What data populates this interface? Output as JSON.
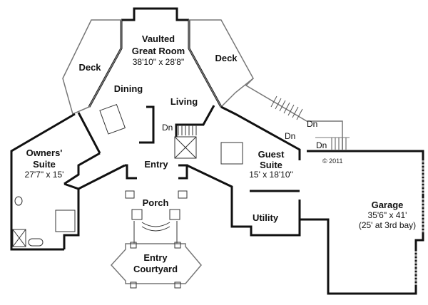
{
  "plan": {
    "copyright": "© 2011",
    "rooms": {
      "deck_left": {
        "name": "Deck"
      },
      "deck_right": {
        "name": "Deck"
      },
      "great_room": {
        "line1": "Vaulted",
        "line2": "Great Room",
        "size": "38'10\" x 28'8\""
      },
      "dining": {
        "name": "Dining"
      },
      "living": {
        "name": "Living"
      },
      "owners_suite": {
        "line1": "Owners'",
        "line2": "Suite",
        "size": "27'7\" x 15'"
      },
      "entry": {
        "name": "Entry"
      },
      "porch": {
        "name": "Porch"
      },
      "courtyard": {
        "line1": "Entry",
        "line2": "Courtyard"
      },
      "guest_suite": {
        "line1": "Guest",
        "line2": "Suite",
        "size": "15' x 18'10\""
      },
      "utility": {
        "name": "Utility"
      },
      "garage": {
        "name": "Garage",
        "size": "35'6\" x 41'",
        "note": "(25' at 3rd bay)"
      }
    },
    "stairs": [
      "Dn",
      "Dn",
      "Dn",
      "Dn"
    ]
  },
  "colors": {
    "wall": "#111111",
    "deck": "#777777",
    "window": "#999999"
  }
}
